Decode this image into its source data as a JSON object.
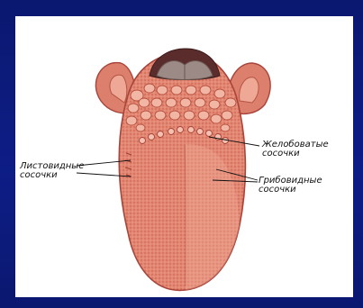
{
  "diagram": {
    "labels": {
      "foliate": "Листовидные\nсосочки",
      "vallate": "Желобоватые\nсосочки",
      "fungiform": "Грибовидные\nсосочки"
    }
  },
  "colors": {
    "background": "#0c1a7a",
    "panel": "#ffffff",
    "tongue": "#e2826f",
    "tongue_dark": "#b8463a",
    "tongue_light": "#f1b3a1",
    "throat": "#5a2c2c"
  }
}
